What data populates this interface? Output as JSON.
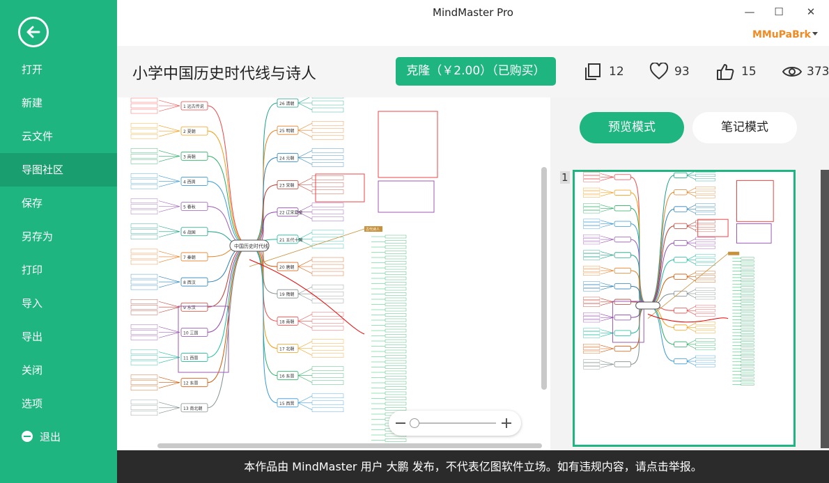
{
  "app_title": "MindMaster Pro",
  "user": {
    "name": "MMuPaBrk"
  },
  "window_controls": {
    "minimize": "—",
    "maximize": "☐",
    "close": "✕"
  },
  "sidebar": {
    "items": [
      {
        "label": "打开"
      },
      {
        "label": "新建"
      },
      {
        "label": "云文件"
      },
      {
        "label": "导图社区",
        "active": true
      },
      {
        "label": "保存"
      },
      {
        "label": "另存为"
      },
      {
        "label": "打印"
      },
      {
        "label": "导入"
      },
      {
        "label": "导出"
      },
      {
        "label": "关闭"
      },
      {
        "label": "选项"
      },
      {
        "label": "退出",
        "icon": "exit-icon"
      }
    ]
  },
  "header": {
    "title": "小学中国历史时代线与诗人",
    "clone_button": "克隆（￥2.00）（已购买）",
    "stats": {
      "copies": "12",
      "likes": "93",
      "thumbs": "15",
      "views": "373"
    }
  },
  "mindmap": {
    "center": "中国历史时代线",
    "left_branches": [
      "1 远古传说",
      "2 夏朝",
      "3 商朝",
      "4 西周",
      "5 春秋",
      "6 战国",
      "7 秦朝",
      "8 西汉",
      "9 东汉",
      "10 三国",
      "11 西晋",
      "12 东晋",
      "13 南北朝"
    ],
    "right_branches": [
      "26 清朝",
      "25 明朝",
      "24 元朝",
      "23 宋朝",
      "22 辽宋夏金",
      "21 五代十国",
      "20 唐朝",
      "19 隋朝",
      "18 南朝",
      "17 北朝",
      "16 东晋",
      "15 西晋"
    ],
    "callout": "古代诗人"
  },
  "right_panel": {
    "mode_preview": "预览模式",
    "mode_notes": "笔记模式",
    "page_number": "1"
  },
  "footer": {
    "notice": "本作品由 MindMaster 用户 大鹏 发布，不代表亿图软件立场。如有违规内容，请点击举报。"
  },
  "colors": {
    "accent": "#1fb580",
    "active_menu": "#189e6f",
    "user": "#f08a24",
    "footer_bg": "#2b2b2b"
  }
}
